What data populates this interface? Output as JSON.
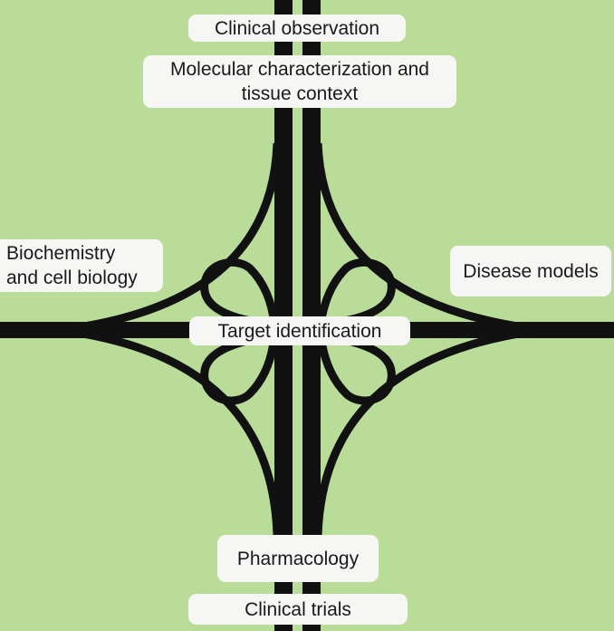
{
  "diagram": {
    "colors": {
      "background": "#b9dc98",
      "road": "#111111",
      "label_bg": "#f6f6f4",
      "text": "#1a1a1a"
    },
    "labels": {
      "clinical_observation": "Clinical observation",
      "molecular_characterization": "Molecular characterization and\ntissue context",
      "biochemistry": "Biochemistry\nand cell biology",
      "disease_models": "Disease models",
      "target_identification": "Target identification",
      "pharmacology": "Pharmacology",
      "clinical_trials": "Clinical trials"
    }
  }
}
